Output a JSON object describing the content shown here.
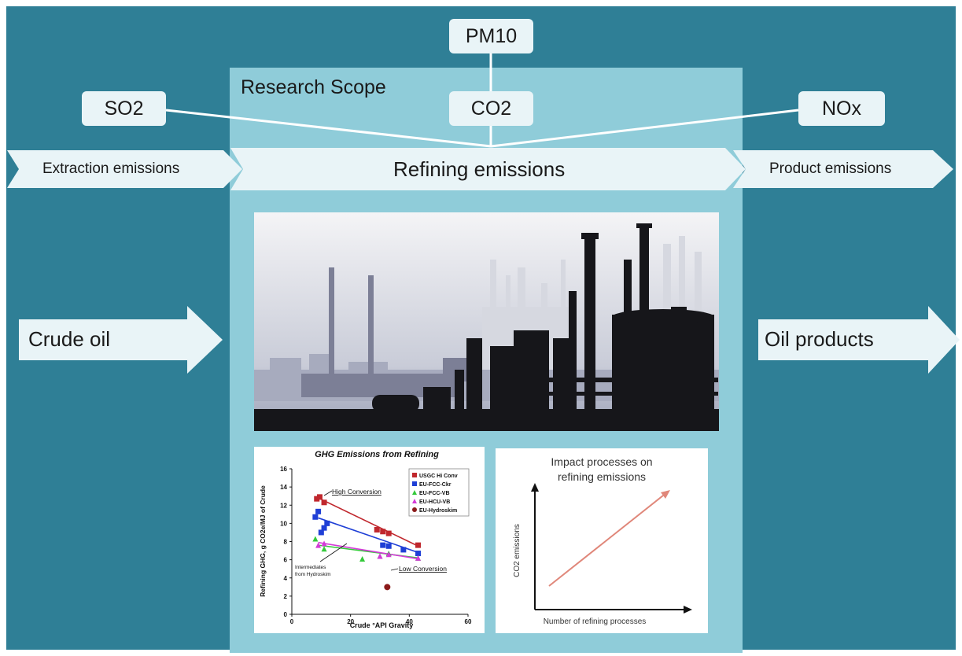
{
  "scope_title": "Research Scope",
  "pollutants": {
    "pm10": "PM10",
    "co2": "CO2",
    "so2": "SO2",
    "nox": "NOx"
  },
  "stages": {
    "extraction": "Extraction emissions",
    "refining": "Refining emissions",
    "product": "Product emissions"
  },
  "flows": {
    "input": "Crude oil",
    "output": "Oil products"
  },
  "colors": {
    "background": "#2f7f96",
    "scope": "#8fccd9",
    "arrow_fill": "#e9f4f7"
  },
  "chart_data": [
    {
      "type": "scatter",
      "title": "GHG Emissions from Refining",
      "xlabel": "Crude °API Gravity",
      "ylabel": "Refining GHG, g CO2e/MJ of Crude",
      "xlim": [
        0,
        60
      ],
      "ylim": [
        0,
        16
      ],
      "xticks": [
        "0",
        "20",
        "40",
        "60"
      ],
      "yticks": [
        "0",
        "2",
        "4",
        "6",
        "8",
        "10",
        "12",
        "14",
        "16"
      ],
      "series": [
        {
          "name": "USGC Hi Conv",
          "color": "#c0272d",
          "marker": "square",
          "x": [
            8.5,
            9.5,
            11,
            29,
            31,
            33,
            43
          ],
          "y": [
            12.7,
            12.9,
            12.3,
            9.3,
            9.1,
            8.9,
            7.6
          ]
        },
        {
          "name": "EU-FCC-Ckr",
          "color": "#1f3fd6",
          "marker": "square",
          "x": [
            8,
            9,
            10,
            11,
            12,
            31,
            33,
            38,
            43
          ],
          "y": [
            10.7,
            11.3,
            9.0,
            9.5,
            10.0,
            7.6,
            7.5,
            7.1,
            6.7
          ]
        },
        {
          "name": "EU-FCC-VB",
          "color": "#34c93a",
          "marker": "triangle",
          "x": [
            8,
            11,
            24,
            30,
            33,
            43
          ],
          "y": [
            8.3,
            7.2,
            6.1,
            6.4,
            6.7,
            6.2
          ]
        },
        {
          "name": "EU-HCU-VB",
          "color": "#d43ad8",
          "marker": "triangle",
          "x": [
            9,
            11,
            30,
            33,
            43
          ],
          "y": [
            7.6,
            7.8,
            6.4,
            6.6,
            6.2
          ]
        },
        {
          "name": "EU-Hydroskim",
          "color": "#8b1a1a",
          "marker": "circle",
          "x": [
            32.5
          ],
          "y": [
            3.0
          ]
        }
      ],
      "trend_lines": [
        {
          "color": "#c0272d",
          "from": [
            9,
            12.8
          ],
          "to": [
            43,
            7.5
          ]
        },
        {
          "color": "#1f3fd6",
          "from": [
            9,
            10.6
          ],
          "to": [
            43,
            6.8
          ]
        },
        {
          "color": "#34c93a",
          "from": [
            9,
            7.6
          ],
          "to": [
            43,
            6.2
          ]
        },
        {
          "color": "#d43ad8",
          "from": [
            9,
            7.9
          ],
          "to": [
            43,
            6.1
          ]
        }
      ],
      "annotations": [
        "High Conversion",
        "Low Conversion",
        "Intermediates",
        "from Hydroskim"
      ]
    },
    {
      "type": "line",
      "title_line1": "Impact processes on",
      "title_line2": "refining emissions",
      "xlabel": "Number of refining processes",
      "ylabel": "CO2 emissions",
      "line_color": "#e0877a"
    }
  ]
}
